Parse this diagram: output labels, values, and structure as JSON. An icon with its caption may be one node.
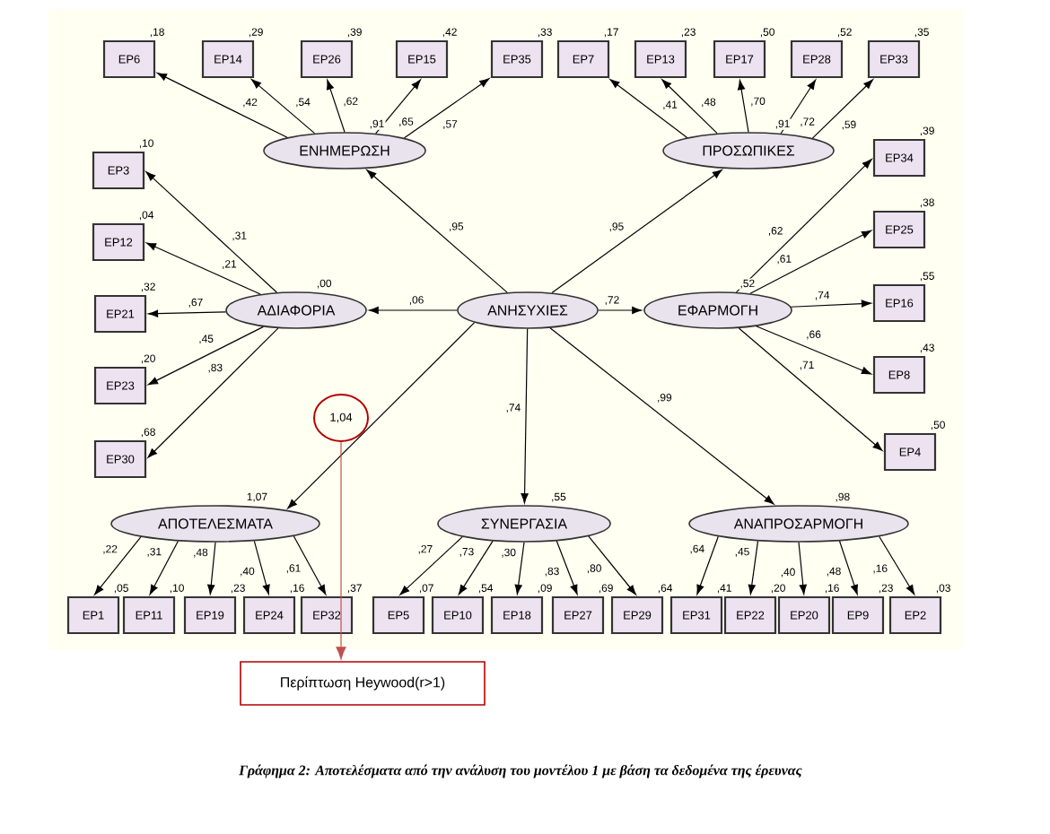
{
  "diagram": {
    "caption": "Γράφημα 2: Αποτελέσματα από την ανάλυση του μοντέλου 1 με βάση τα δεδομένα της έρευνας",
    "nodes": [
      {
        "text": [
          "EP6"
        ],
        "beside": [
          ",18"
        ]
      },
      {
        "text": [
          "EP14"
        ],
        "beside": [
          ",29"
        ]
      },
      {
        "text": [
          "EP26"
        ],
        "beside": [
          ",39"
        ]
      },
      {
        "text": [
          "EP15"
        ],
        "beside": [
          ",42"
        ]
      },
      {
        "text": [
          "EP35"
        ],
        "beside": [
          ",33"
        ]
      },
      {
        "text": [
          "EP7"
        ],
        "beside": [
          ",17"
        ]
      },
      {
        "text": [
          "EP13"
        ],
        "beside": [
          ",23"
        ]
      },
      {
        "text": [
          "EP17"
        ],
        "beside": [
          ",50"
        ]
      },
      {
        "text": [
          "EP28"
        ],
        "beside": [
          ",52"
        ]
      },
      {
        "text": [
          "EP33"
        ],
        "beside": [
          ",35"
        ]
      },
      {
        "text": [
          "ΕΝΗΜΕΡΩΣΗ"
        ],
        "beside": [
          ",91"
        ]
      },
      {
        "text": [
          "ΠΡΟΣΩΠΙΚΕΣ"
        ],
        "beside": [
          ",91"
        ]
      },
      {
        "text": [
          "EP34"
        ],
        "beside": [
          ",39"
        ]
      },
      {
        "text": [
          "EP3"
        ],
        "beside": [
          ",10"
        ]
      },
      {
        "text": [
          "EP25"
        ],
        "beside": [
          ",38"
        ]
      },
      {
        "text": [
          "EP12"
        ],
        "beside": [
          ",04"
        ]
      },
      {
        "text": [
          "EP16"
        ],
        "beside": [
          ",55"
        ]
      },
      {
        "text": [
          "ΑΔΙΑΦΟΡΙΑ"
        ],
        "beside": [
          ",00"
        ]
      },
      {
        "text": [
          "ΑΝΗΣΥΧΙΕΣ"
        ]
      },
      {
        "text": [
          "ΕΦΑΡΜΟΓΗ"
        ],
        "beside": [
          ",52"
        ]
      },
      {
        "text": [
          "EP21"
        ],
        "beside": [
          ",32"
        ]
      },
      {
        "text": [
          "EP8"
        ],
        "beside": [
          ",43"
        ]
      },
      {
        "text": [
          "EP23"
        ],
        "beside": [
          ",20"
        ]
      },
      {
        "text": [
          "1,04"
        ]
      },
      {
        "text": [
          "EP4"
        ],
        "beside": [
          ",50"
        ]
      },
      {
        "text": [
          "EP30"
        ],
        "beside": [
          ",68"
        ]
      },
      {
        "text": [
          "ΑΠΟΤΕΛΕΣΜΑΤΑ"
        ],
        "beside": [
          "1,07"
        ]
      },
      {
        "text": [
          "ΣΥΝΕΡΓΑΣΙΑ"
        ],
        "beside": [
          ",55"
        ]
      },
      {
        "text": [
          "ΑΝΑΠΡΟΣΑΡΜΟΓΗ"
        ],
        "beside": [
          ",98"
        ]
      },
      {
        "text": [
          "EP1"
        ],
        "beside": [
          ",05"
        ]
      },
      {
        "text": [
          "EP11"
        ],
        "beside": [
          ",10"
        ]
      },
      {
        "text": [
          "EP19"
        ],
        "beside": [
          ",23"
        ]
      },
      {
        "text": [
          "EP24"
        ],
        "beside": [
          ",16"
        ]
      },
      {
        "text": [
          "EP32"
        ],
        "beside": [
          ",37"
        ]
      },
      {
        "text": [
          "EP5"
        ],
        "beside": [
          ",07"
        ]
      },
      {
        "text": [
          "EP10"
        ],
        "beside": [
          ",54"
        ]
      },
      {
        "text": [
          "EP18"
        ],
        "beside": [
          ",09"
        ]
      },
      {
        "text": [
          "EP27"
        ],
        "beside": [
          ",69"
        ]
      },
      {
        "text": [
          "EP29"
        ],
        "beside": [
          ",64"
        ]
      },
      {
        "text": [
          "EP31"
        ],
        "beside": [
          ",41"
        ]
      },
      {
        "text": [
          "EP22"
        ],
        "beside": [
          ",20"
        ]
      },
      {
        "text": [
          "EP20"
        ],
        "beside": [
          ",16"
        ]
      },
      {
        "text": [
          "EP9"
        ],
        "beside": [
          ",23"
        ]
      },
      {
        "text": [
          "EP2"
        ],
        "beside": [
          ",03"
        ]
      },
      {
        "text": [
          "Περίπτωση Heywood(r>1)"
        ]
      }
    ],
    "edges": [
      {
        "from": 18,
        "to": 10,
        "arrow": "to",
        "label": ",95"
      },
      {
        "from": 18,
        "to": 11,
        "arrow": "to",
        "label": ",95"
      },
      {
        "from": 18,
        "to": 17,
        "arrow": "to",
        "label": ",06"
      },
      {
        "from": 18,
        "to": 19,
        "arrow": "to",
        "label": ",72"
      },
      {
        "from": 18,
        "to": 26,
        "arrow": "to"
      },
      {
        "from": 18,
        "to": 27,
        "arrow": "to",
        "label": ",74"
      },
      {
        "from": 18,
        "to": 28,
        "arrow": "to",
        "label": ",99"
      },
      {
        "from": 10,
        "to": 0,
        "arrow": "to",
        "label": ",42"
      },
      {
        "from": 10,
        "to": 1,
        "arrow": "to",
        "label": ",54"
      },
      {
        "from": 10,
        "to": 2,
        "arrow": "to",
        "label": ",62"
      },
      {
        "from": 10,
        "to": 3,
        "arrow": "to",
        "label": ",65"
      },
      {
        "from": 10,
        "to": 4,
        "arrow": "to",
        "label": ",57"
      },
      {
        "from": 11,
        "to": 5,
        "arrow": "to",
        "label": ",41"
      },
      {
        "from": 11,
        "to": 6,
        "arrow": "to",
        "label": ",48"
      },
      {
        "from": 11,
        "to": 7,
        "arrow": "to",
        "label": ",70"
      },
      {
        "from": 11,
        "to": 8,
        "arrow": "to",
        "label": ",72"
      },
      {
        "from": 11,
        "to": 9,
        "arrow": "to",
        "label": ",59"
      },
      {
        "from": 17,
        "to": 13,
        "arrow": "to",
        "label": ",31"
      },
      {
        "from": 17,
        "to": 15,
        "arrow": "to",
        "label": ",21"
      },
      {
        "from": 17,
        "to": 20,
        "arrow": "to",
        "label": ",67"
      },
      {
        "from": 17,
        "to": 22,
        "arrow": "to",
        "label": ",45"
      },
      {
        "from": 17,
        "to": 25,
        "arrow": "to",
        "label": ",83"
      },
      {
        "from": 19,
        "to": 12,
        "arrow": "to",
        "label": ",62"
      },
      {
        "from": 19,
        "to": 14,
        "arrow": "to",
        "label": ",61"
      },
      {
        "from": 19,
        "to": 16,
        "arrow": "to",
        "label": ",74"
      },
      {
        "from": 19,
        "to": 21,
        "arrow": "to",
        "label": ",66"
      },
      {
        "from": 19,
        "to": 24,
        "arrow": "to",
        "label": ",71"
      },
      {
        "from": 26,
        "to": 29,
        "arrow": "to",
        "label": ",22"
      },
      {
        "from": 26,
        "to": 30,
        "arrow": "to",
        "label": ",31"
      },
      {
        "from": 26,
        "to": 31,
        "arrow": "to",
        "label": ",48"
      },
      {
        "from": 26,
        "to": 32,
        "arrow": "to",
        "label": ",40"
      },
      {
        "from": 26,
        "to": 33,
        "arrow": "to",
        "label": ",61"
      },
      {
        "from": 27,
        "to": 34,
        "arrow": "to",
        "label": ",27"
      },
      {
        "from": 27,
        "to": 35,
        "arrow": "to",
        "label": ",73"
      },
      {
        "from": 27,
        "to": 36,
        "arrow": "to",
        "label": ",30"
      },
      {
        "from": 27,
        "to": 37,
        "arrow": "to",
        "label": ",83"
      },
      {
        "from": 27,
        "to": 38,
        "arrow": "to",
        "label": ",80"
      },
      {
        "from": 28,
        "to": 39,
        "arrow": "to",
        "label": ",64"
      },
      {
        "from": 28,
        "to": 40,
        "arrow": "to",
        "label": ",45"
      },
      {
        "from": 28,
        "to": 41,
        "arrow": "to",
        "label": ",40"
      },
      {
        "from": 28,
        "to": 42,
        "arrow": "to",
        "label": ",48"
      },
      {
        "from": 28,
        "to": 43,
        "arrow": "to",
        "label": ",16"
      },
      {
        "from": 23,
        "to": 44,
        "arrow": "to",
        "color": "#c0504d"
      }
    ]
  }
}
